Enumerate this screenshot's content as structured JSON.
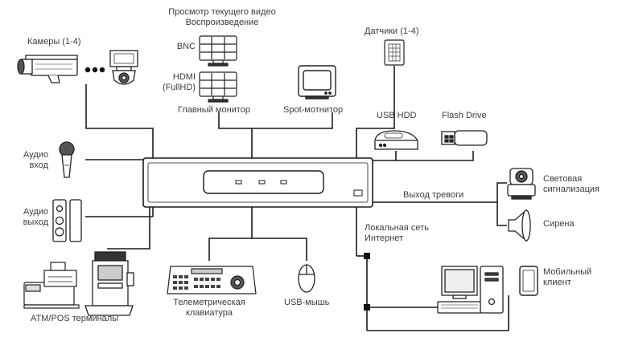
{
  "labels": {
    "live_view": "Просмотр текущего видео",
    "playback": "Воспроизведение",
    "bnc": "BNC",
    "hdmi_1": "HDMI",
    "hdmi_2": "(FullHD)",
    "main_monitor": "Главный монитор",
    "spot_monitor": "Spot-мотнитор",
    "cameras": "Камеры (1-4)",
    "sensors": "Датчики (1-4)",
    "usb_hdd": "USB HDD",
    "flash_drive": "Flash Drive",
    "audio_in_1": "Аудио",
    "audio_in_2": "вход",
    "audio_out_1": "Аудио",
    "audio_out_2": "выход",
    "alarm_out": "Выход тревоги",
    "light_1": "Световая",
    "light_2": "сигнализация",
    "siren": "Сирена",
    "network_1": "Локальная сеть",
    "network_2": "Интернет",
    "mobile_1": "Мобильный",
    "mobile_2": "клиент",
    "atm_pos": "ATM/POS терминалы",
    "keyboard_1": "Телеметрическая",
    "keyboard_2": "клавиатура",
    "usb_mouse": "USB-мышь"
  },
  "colors": {
    "line": "#1a1a1a",
    "device_stroke": "#222222",
    "device_fill": "#ffffff",
    "text": "#3c3c3c"
  }
}
